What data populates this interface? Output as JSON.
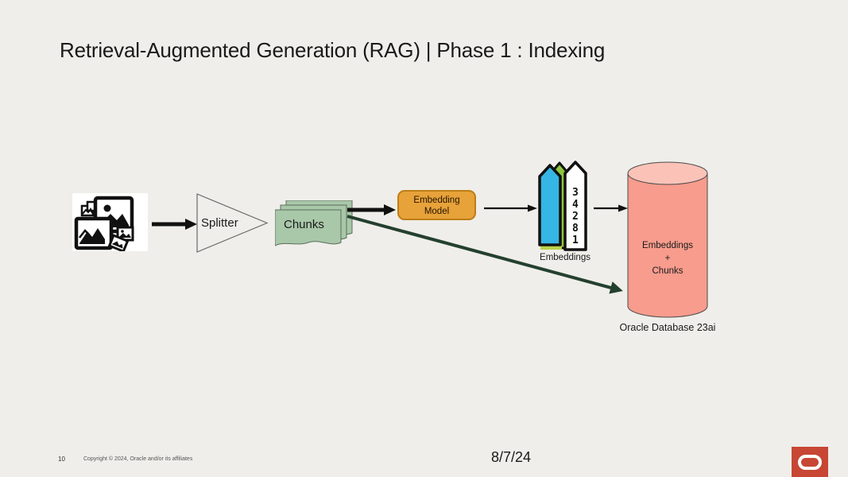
{
  "slide": {
    "title": "Retrieval-Augmented Generation (RAG) | Phase 1 : Indexing"
  },
  "diagram": {
    "splitter_label": "Splitter",
    "chunks_label": "Chunks",
    "embedding_model_line1": "Embedding",
    "embedding_model_line2": "Model",
    "embeddings_label": "Embeddings",
    "vector_digits": [
      "3",
      "4",
      "2",
      "8",
      "1"
    ],
    "database_line1": "Embeddings",
    "database_line2": "+",
    "database_line3": "Chunks",
    "database_caption": "Oracle Database 23ai",
    "icons": {
      "source": "images-cluster-icon",
      "vectors": "vector-columns-icon",
      "database": "database-cylinder-icon"
    },
    "colors": {
      "chunks_fill": "#A9C7A9",
      "embedding_model_fill": "#E8A23A",
      "vector_cyan": "#35B6E5",
      "vector_green": "#8DC63F",
      "database_fill": "#F89C8D",
      "database_top": "#FBC3B8",
      "flow_arrow": "#111111",
      "bypass_arrow": "#24402E",
      "oracle_red": "#C74634"
    }
  },
  "footer": {
    "page_number": "10",
    "copyright": "Copyright © 2024, Oracle and/or its affiliates",
    "date": "8/7/24"
  }
}
